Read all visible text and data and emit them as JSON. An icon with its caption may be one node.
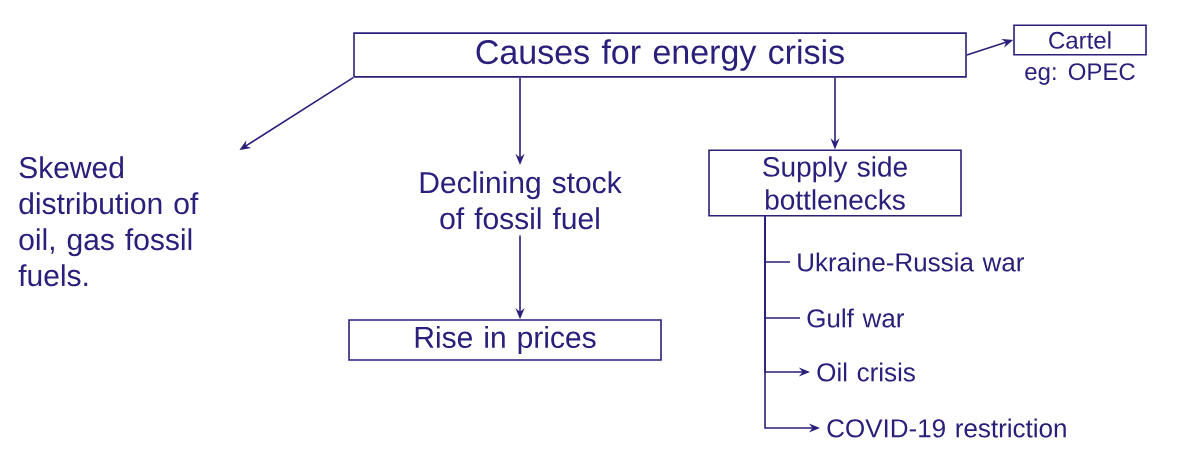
{
  "diagram": {
    "nodes": [
      {
        "text": [
          "Causes for energy crisis"
        ]
      },
      {
        "text": [
          "Cartel"
        ],
        "beside": [
          "eg: OPEC"
        ]
      },
      {
        "text": [
          "Skewed distribution of oil, gas fossil fuels."
        ]
      },
      {
        "text": [
          "Declining stock of fossil fuel"
        ]
      },
      {
        "text": [
          "Rise in prices"
        ]
      },
      {
        "text": [
          "Supply side bottlenecks"
        ]
      },
      {
        "text": [
          "Ukraine-Russia war"
        ]
      },
      {
        "text": [
          "Gulf war"
        ]
      },
      {
        "text": [
          "Oil crisis"
        ]
      },
      {
        "text": [
          "COVID-19 restriction"
        ]
      }
    ],
    "edges": [
      {
        "from": 0,
        "to": 1,
        "arrow": "to"
      },
      {
        "from": 0,
        "to": 2,
        "arrow": "to"
      },
      {
        "from": 0,
        "to": 3,
        "arrow": "to"
      },
      {
        "from": 0,
        "to": 5,
        "arrow": "to"
      },
      {
        "from": 3,
        "to": 4,
        "arrow": "to"
      },
      {
        "from": 5,
        "to": 6,
        "arrow": "none"
      },
      {
        "from": 5,
        "to": 7,
        "arrow": "none"
      },
      {
        "from": 5,
        "to": 8,
        "arrow": "to"
      },
      {
        "from": 5,
        "to": 9,
        "arrow": "to"
      }
    ]
  }
}
